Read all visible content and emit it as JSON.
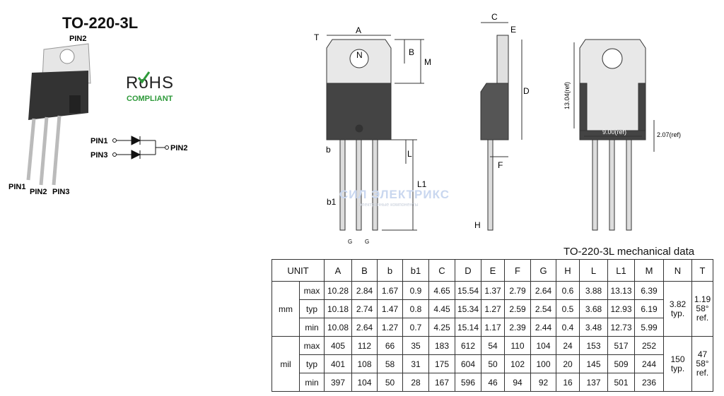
{
  "title": "TO-220-3L",
  "rohs": {
    "text": "RoHS",
    "compliant": "COMPLIANT"
  },
  "pins": {
    "pin2_top": "PIN2",
    "pin1": "PIN1",
    "pin2": "PIN2",
    "pin3": "PIN3",
    "sch_pin1": "PIN1",
    "sch_pin3": "PIN3",
    "sch_pin2": "PIN2"
  },
  "dims": {
    "A": "A",
    "B": "B",
    "M": "M",
    "N": "N",
    "T": "T",
    "b": "b",
    "b1": "b1",
    "L": "L",
    "L1": "L1",
    "G1": "G",
    "G2": "G",
    "C": "C",
    "E": "E",
    "D": "D",
    "F": "F",
    "H": "H",
    "ref1304": "13.04(ref)",
    "ref900": "9.00(ref)",
    "ref207": "2.07(ref)"
  },
  "watermark": {
    "name": "СИЛ ЭЛЕКТРИКС",
    "sub": "электронные компоненты"
  },
  "mech": {
    "title": "TO-220-3L mechanical data",
    "unit": "UNIT",
    "columns": [
      "A",
      "B",
      "b",
      "b1",
      "C",
      "D",
      "E",
      "F",
      "G",
      "H",
      "L",
      "L1",
      "M",
      "N",
      "T"
    ],
    "groups": [
      {
        "unit": "mm",
        "n": [
          "3.82",
          "typ."
        ],
        "t": [
          "1.19",
          "58°",
          "ref."
        ],
        "rows": [
          {
            "k": "max",
            "v": [
              "10.28",
              "2.84",
              "1.67",
              "0.9",
              "4.65",
              "15.54",
              "1.37",
              "2.79",
              "2.64",
              "0.6",
              "3.88",
              "13.13",
              "6.39"
            ]
          },
          {
            "k": "typ",
            "v": [
              "10.18",
              "2.74",
              "1.47",
              "0.8",
              "4.45",
              "15.34",
              "1.27",
              "2.59",
              "2.54",
              "0.5",
              "3.68",
              "12.93",
              "6.19"
            ]
          },
          {
            "k": "min",
            "v": [
              "10.08",
              "2.64",
              "1.27",
              "0.7",
              "4.25",
              "15.14",
              "1.17",
              "2.39",
              "2.44",
              "0.4",
              "3.48",
              "12.73",
              "5.99"
            ]
          }
        ]
      },
      {
        "unit": "mil",
        "n": [
          "150",
          "typ."
        ],
        "t": [
          "47",
          "58°",
          "ref."
        ],
        "rows": [
          {
            "k": "max",
            "v": [
              "405",
              "112",
              "66",
              "35",
              "183",
              "612",
              "54",
              "110",
              "104",
              "24",
              "153",
              "517",
              "252"
            ]
          },
          {
            "k": "typ",
            "v": [
              "401",
              "108",
              "58",
              "31",
              "175",
              "604",
              "50",
              "102",
              "100",
              "20",
              "145",
              "509",
              "244"
            ]
          },
          {
            "k": "min",
            "v": [
              "397",
              "104",
              "50",
              "28",
              "167",
              "596",
              "46",
              "94",
              "92",
              "16",
              "137",
              "501",
              "236"
            ]
          }
        ]
      }
    ]
  }
}
